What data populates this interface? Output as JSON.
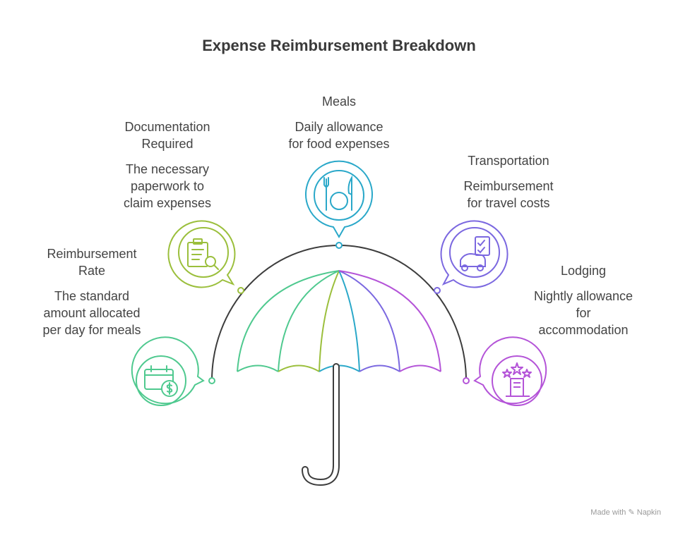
{
  "title": "Expense Reimbursement Breakdown",
  "items": [
    {
      "key": "rate",
      "heading": "Reimbursement\nRate",
      "description": "The standard\namount allocated\nper day for meals",
      "color": "#4fc98f"
    },
    {
      "key": "documentation",
      "heading": "Documentation\nRequired",
      "description": "The necessary\npaperwork to\nclaim expenses",
      "color": "#9bbf3c"
    },
    {
      "key": "meals",
      "heading": "Meals",
      "description": "Daily allowance\nfor food expenses",
      "color": "#2aa8c9"
    },
    {
      "key": "transportation",
      "heading": "Transportation",
      "description": "Reimbursement\nfor travel costs",
      "color": "#7b68e0"
    },
    {
      "key": "lodging",
      "heading": "Lodging",
      "description": "Nightly allowance\nfor\naccommodation",
      "color": "#b454d8"
    }
  ],
  "footer": "Made with ✎ Napkin"
}
